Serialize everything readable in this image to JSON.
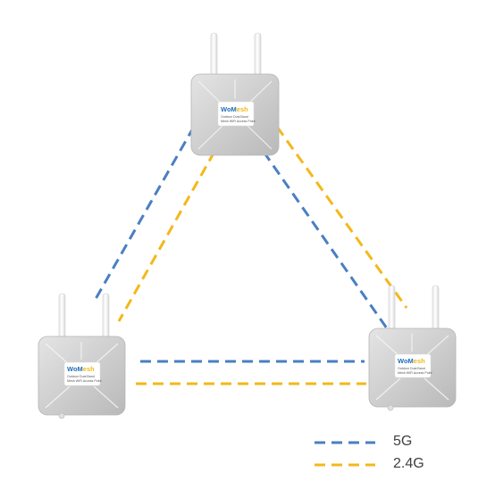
{
  "diagram": {
    "colors": {
      "band_5g": "#4a7fc1",
      "band_24g": "#f3b81a"
    },
    "devices": [
      {
        "id": "top",
        "brand_wo": "WoM",
        "brand_mesh": "esh",
        "line1": "Outdoor Dual Band",
        "line2": "Mesh WiFi Access Point"
      },
      {
        "id": "left",
        "brand_wo": "WoM",
        "brand_mesh": "esh",
        "line1": "Outdoor Dual Band",
        "line2": "Mesh WiFi Access Point"
      },
      {
        "id": "right",
        "brand_wo": "WoM",
        "brand_mesh": "esh",
        "line1": "Outdoor Dual Band",
        "line2": "Mesh WiFi Access Point"
      }
    ],
    "links": [
      {
        "from": "top",
        "to": "left",
        "band": "5G"
      },
      {
        "from": "top",
        "to": "left",
        "band": "2.4G"
      },
      {
        "from": "top",
        "to": "right",
        "band": "5G"
      },
      {
        "from": "top",
        "to": "right",
        "band": "2.4G"
      },
      {
        "from": "left",
        "to": "right",
        "band": "5G"
      },
      {
        "from": "left",
        "to": "right",
        "band": "2.4G"
      }
    ]
  },
  "legend": {
    "items": [
      {
        "label": "5G",
        "color": "#4a7fc1"
      },
      {
        "label": "2.4G",
        "color": "#f3b81a"
      }
    ]
  }
}
